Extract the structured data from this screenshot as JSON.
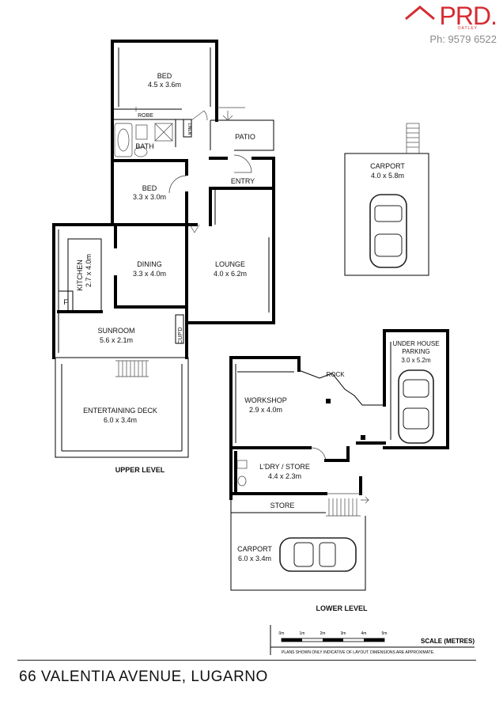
{
  "brand": {
    "name": "PRD.",
    "sub": "OATLEY",
    "phone": "Ph: 9579 6522",
    "accent_color": "#d62b32"
  },
  "address": "66 VALENTIA AVENUE, LUGARNO",
  "upper": {
    "level_label": "UPPER LEVEL",
    "bed1": {
      "name": "BED",
      "dims": "4.5 x 3.6m"
    },
    "robe": "ROBE",
    "bath": "BATH",
    "linen": "LINEN",
    "patio": "PATIO",
    "entry": "ENTRY",
    "bed2": {
      "name": "BED",
      "dims": "3.3 x 3.0m"
    },
    "kitchen": {
      "name": "KITCHEN",
      "dims": "2.7 x 4.0m"
    },
    "fridge": "F",
    "dining": {
      "name": "DINING",
      "dims": "3.3 x 4.0m"
    },
    "lounge": {
      "name": "LOUNGE",
      "dims": "4.0 x 6.2m"
    },
    "sunroom": {
      "name": "SUNROOM",
      "dims": "5.6 x 2.1m"
    },
    "cupd": "CUP'D",
    "deck": {
      "name": "ENTERTAINING DECK",
      "dims": "6.0 x 3.4m"
    }
  },
  "carport_upper": {
    "name": "CARPORT",
    "dims": "4.0 x 5.8m"
  },
  "lower": {
    "level_label": "LOWER LEVEL",
    "rock": "ROCK",
    "under_house": {
      "name1": "UNDER HOUSE",
      "name2": "PARKING",
      "dims": "3.0 x 5.2m"
    },
    "workshop": {
      "name": "WORKSHOP",
      "dims": "2.9 x 4.0m"
    },
    "laundry": {
      "name": "L'DRY / STORE",
      "dims": "4.4 x 2.3m"
    },
    "store": "STORE",
    "carport": {
      "name": "CARPORT",
      "dims": "6.0 x 3.4m"
    }
  },
  "scale": {
    "title": "SCALE (METRES)",
    "ticks": [
      "0m",
      "1m",
      "2m",
      "3m",
      "4m",
      "5m"
    ],
    "note": "PLANS SHOWN ONLY INDICATIVE OF LAYOUT. DIMENSIONS ARE APPROXIMATE."
  }
}
